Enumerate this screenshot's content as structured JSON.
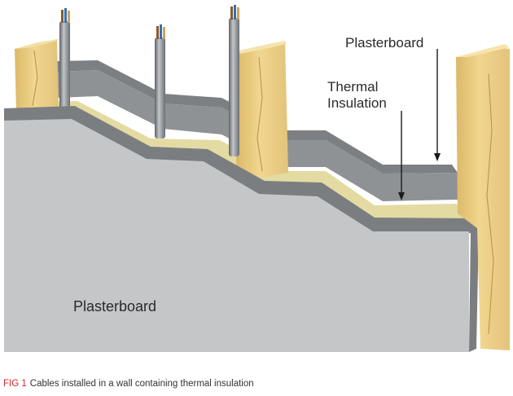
{
  "labels": {
    "plasterboard_top": "Plasterboard",
    "thermal_line1": "Thermal",
    "thermal_line2": "Insulation",
    "plasterboard_front": "Plasterboard"
  },
  "caption": {
    "fig": "FIG 1",
    "text": "Cables installed in a wall containing thermal insulation"
  },
  "colors": {
    "plasterboard_face": "#c4c6c8",
    "plasterboard_edge": "#7b7e81",
    "rear_board": "#8e9194",
    "insulation": "#e3dba2",
    "timber": "#e9cd85",
    "cable_sheath": "#9a9ea2",
    "caption_fig": "#d6262b"
  }
}
